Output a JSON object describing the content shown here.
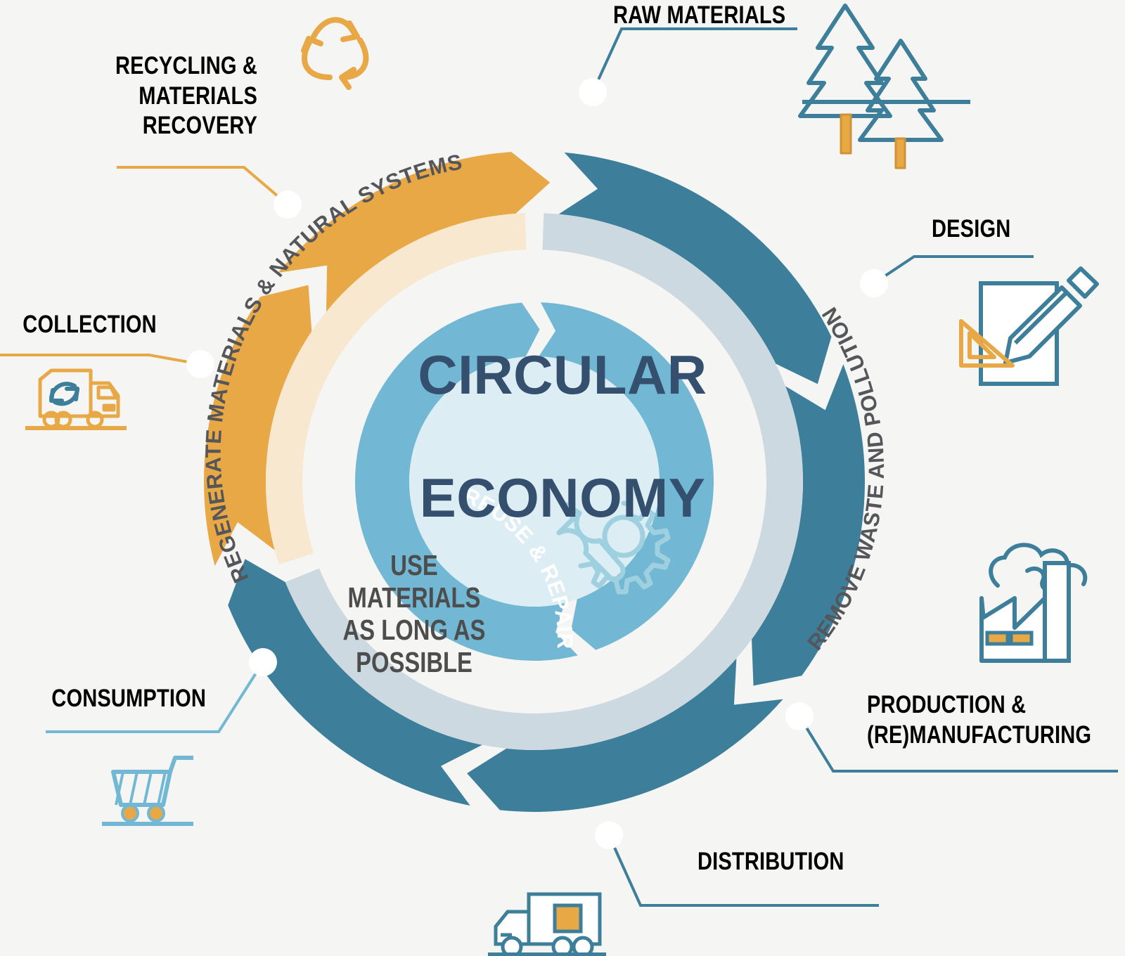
{
  "background_color": "#f5f5f4",
  "title": {
    "line1": "CIRCULAR",
    "line2": "ECONOMY",
    "color": "#34506e"
  },
  "center": {
    "text": "USE\nMATERIALS\nAS LONG AS\nPOSSIBLE",
    "text_color": "#4d4d4d",
    "disc_color": "#dceef3"
  },
  "colors": {
    "teal_outer": "#3d7e9a",
    "teal_inner_band": "#cdd9e0",
    "orange_outer": "#e8a845",
    "cream_inner_band": "#f7e8cf",
    "blue_ring": "#72b8d4",
    "pale_blue": "#dceef3",
    "label_text": "#000000",
    "arc_text_dark": "#54565a",
    "arc_text_white": "#ffffff"
  },
  "arc_labels": [
    {
      "name": "regenerate",
      "text": "REGENERATE MATERIALS & NATURAL SYSTEMS",
      "color": "#54565a"
    },
    {
      "name": "remove-waste",
      "text": "REMOVE WASTE AND POLLUTION",
      "color": "#54565a"
    },
    {
      "name": "reuse-repair",
      "text": "REUSE & REPAIR",
      "color": "#ffffff"
    }
  ],
  "callouts": [
    {
      "id": "raw-materials",
      "label": "RAW MATERIALS",
      "line_color": "#3d7e9a",
      "icon": "trees-icon"
    },
    {
      "id": "design",
      "label": "DESIGN",
      "line_color": "#3d7e9a",
      "icon": "design-pencil-icon"
    },
    {
      "id": "production",
      "label": "PRODUCTION &\n(RE)MANUFACTURING",
      "line_color": "#3d7e9a",
      "icon": "factory-icon"
    },
    {
      "id": "distribution",
      "label": "DISTRIBUTION",
      "line_color": "#3d7e9a",
      "icon": "delivery-truck-icon"
    },
    {
      "id": "consumption",
      "label": "CONSUMPTION",
      "line_color": "#72b8d4",
      "icon": "shopping-cart-icon"
    },
    {
      "id": "collection",
      "label": "COLLECTION",
      "line_color": "#e8a845",
      "icon": "garbage-truck-icon"
    },
    {
      "id": "recycling",
      "label": "RECYCLING &\nMATERIALS\nRECOVERY",
      "line_color": "#e8a845",
      "icon": "recycle-symbol-icon"
    }
  ],
  "decorative_icons": [
    {
      "id": "recycle-symbol",
      "name": "recycle-symbol-icon",
      "color": "#e8a845"
    },
    {
      "id": "wrench-gear",
      "name": "wrench-gear-icon",
      "color": "#9fd0e0"
    }
  ]
}
